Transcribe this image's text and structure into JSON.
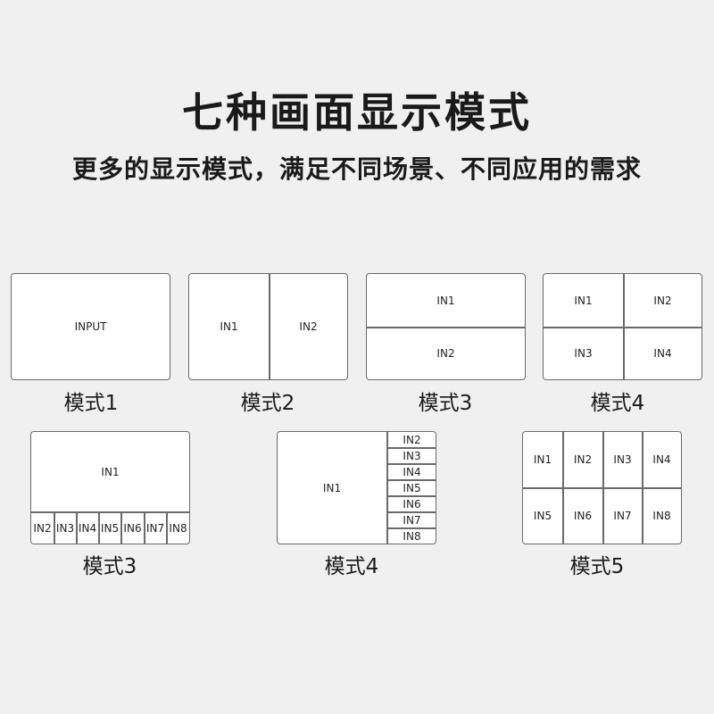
{
  "header": {
    "title": "七种画面显示模式",
    "subtitle": "更多的显示模式，满足不同场景、不同应用的需求"
  },
  "modes": [
    {
      "caption": "模式1",
      "labels": [
        "INPUT"
      ]
    },
    {
      "caption": "模式2",
      "labels": [
        "IN1",
        "IN2"
      ]
    },
    {
      "caption": "模式3",
      "labels": [
        "IN1",
        "IN2"
      ]
    },
    {
      "caption": "模式4",
      "labels": [
        "IN1",
        "IN2",
        "IN3",
        "IN4"
      ]
    },
    {
      "caption": "模式3",
      "labels": [
        "IN1",
        "IN2",
        "IN3",
        "IN4",
        "IN5",
        "IN6",
        "IN7",
        "IN8"
      ]
    },
    {
      "caption": "模式4",
      "labels": [
        "IN1",
        "IN2",
        "IN3",
        "IN4",
        "IN5",
        "IN6",
        "IN7",
        "IN8"
      ]
    },
    {
      "caption": "模式5",
      "labels": [
        "IN1",
        "IN2",
        "IN3",
        "IN4",
        "IN5",
        "IN6",
        "IN7",
        "IN8"
      ]
    }
  ]
}
